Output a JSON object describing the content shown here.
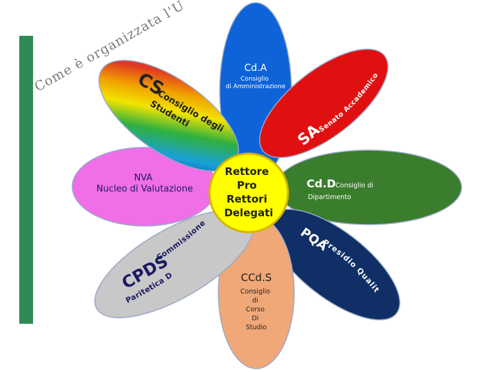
{
  "heading": {
    "text": "Come è organizzata l'Università",
    "color": "#7a7a7a"
  },
  "accent_bar_color": "#2e8b57",
  "center": {
    "lines": [
      "Rettore",
      "Pro",
      "Rettori",
      "Delegati"
    ],
    "fill": "#ffff00",
    "stroke": "#d4b400"
  },
  "petals": {
    "cda": {
      "abbr": "Cd.A",
      "lines": [
        "Consiglio",
        "di Amministrazione"
      ],
      "fill": "#0e63d8"
    },
    "sa": {
      "abbr": "SA",
      "text": "Senato Accademico",
      "fill": "#e01010"
    },
    "cdd": {
      "abbr": "Cd.D",
      "line1": "Consiglio di",
      "line2": "Dipartimento",
      "fill": "#3a7d2c"
    },
    "pqa": {
      "abbr": "PQA",
      "text": "Presidio Qualità",
      "fill": "#0f2f66"
    },
    "ccds": {
      "abbr": "CCd.S",
      "lines": [
        "Consiglio",
        "di",
        "Corso",
        "Di",
        "Studio"
      ],
      "fill": "#f0a878"
    },
    "cpds": {
      "abbr": "CPDS",
      "line1": "Commissione",
      "line2": "Paritetica Docenti Studenti",
      "fill": "#c8c8c8"
    },
    "nva": {
      "lines": [
        "NVA",
        "Nucleo di Valutazione"
      ],
      "fill": "#f06ee8"
    },
    "cs": {
      "abbr": "CS",
      "line1": "Consiglio degli",
      "line2": "Studenti"
    }
  }
}
